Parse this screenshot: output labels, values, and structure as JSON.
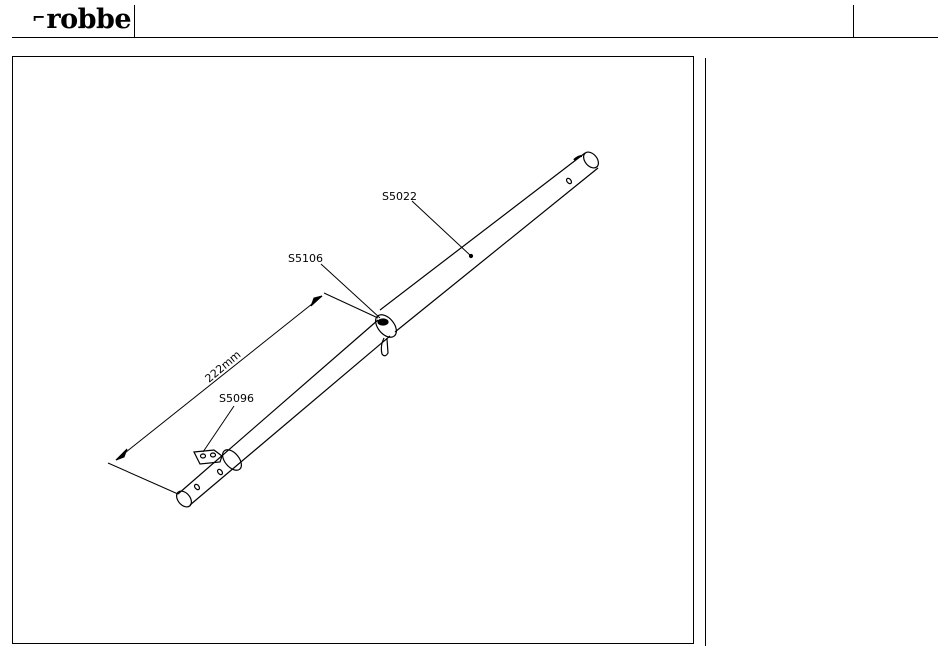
{
  "header": {
    "logo_text": "robbe"
  },
  "drawing": {
    "parts": [
      {
        "id": "tube",
        "label": "S5022"
      },
      {
        "id": "clamp",
        "label": "S5106"
      },
      {
        "id": "bracket",
        "label": "S5096"
      }
    ],
    "dimension_label": "222mm"
  },
  "colors": {
    "line": "#000000",
    "background": "#ffffff"
  }
}
